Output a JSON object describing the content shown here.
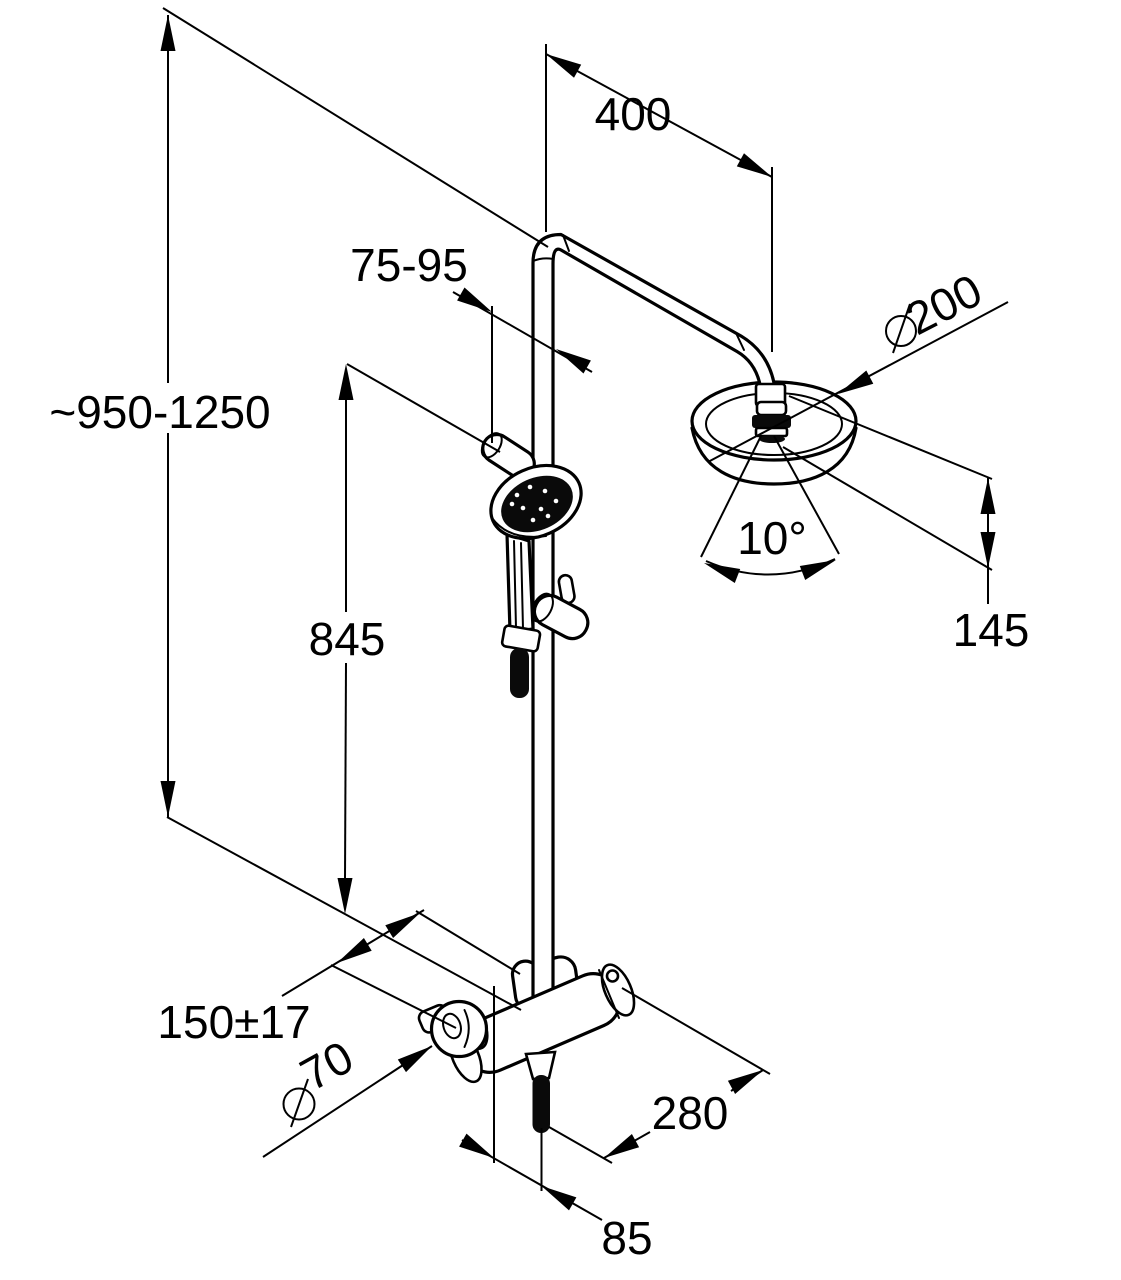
{
  "drawing": {
    "type": "technical-dimension-drawing",
    "subject": "thermostatic shower system with overhead rain shower, hand shower on slide bar and mixer",
    "background_color": "#ffffff",
    "line_color": "#000000",
    "labels": {
      "height_range": "~950-1250",
      "top_projection": "400",
      "wall_bracket_range": "75-95",
      "head_diameter": "200",
      "spray_angle": "10°",
      "head_height_drop": "145",
      "slide_bar_height": "845",
      "supply_spacing": "150±17",
      "handle_diameter": "70",
      "lower_projection": "280",
      "hose_offset": "85"
    },
    "symbols": {
      "diameter_sign": "⌀"
    }
  }
}
